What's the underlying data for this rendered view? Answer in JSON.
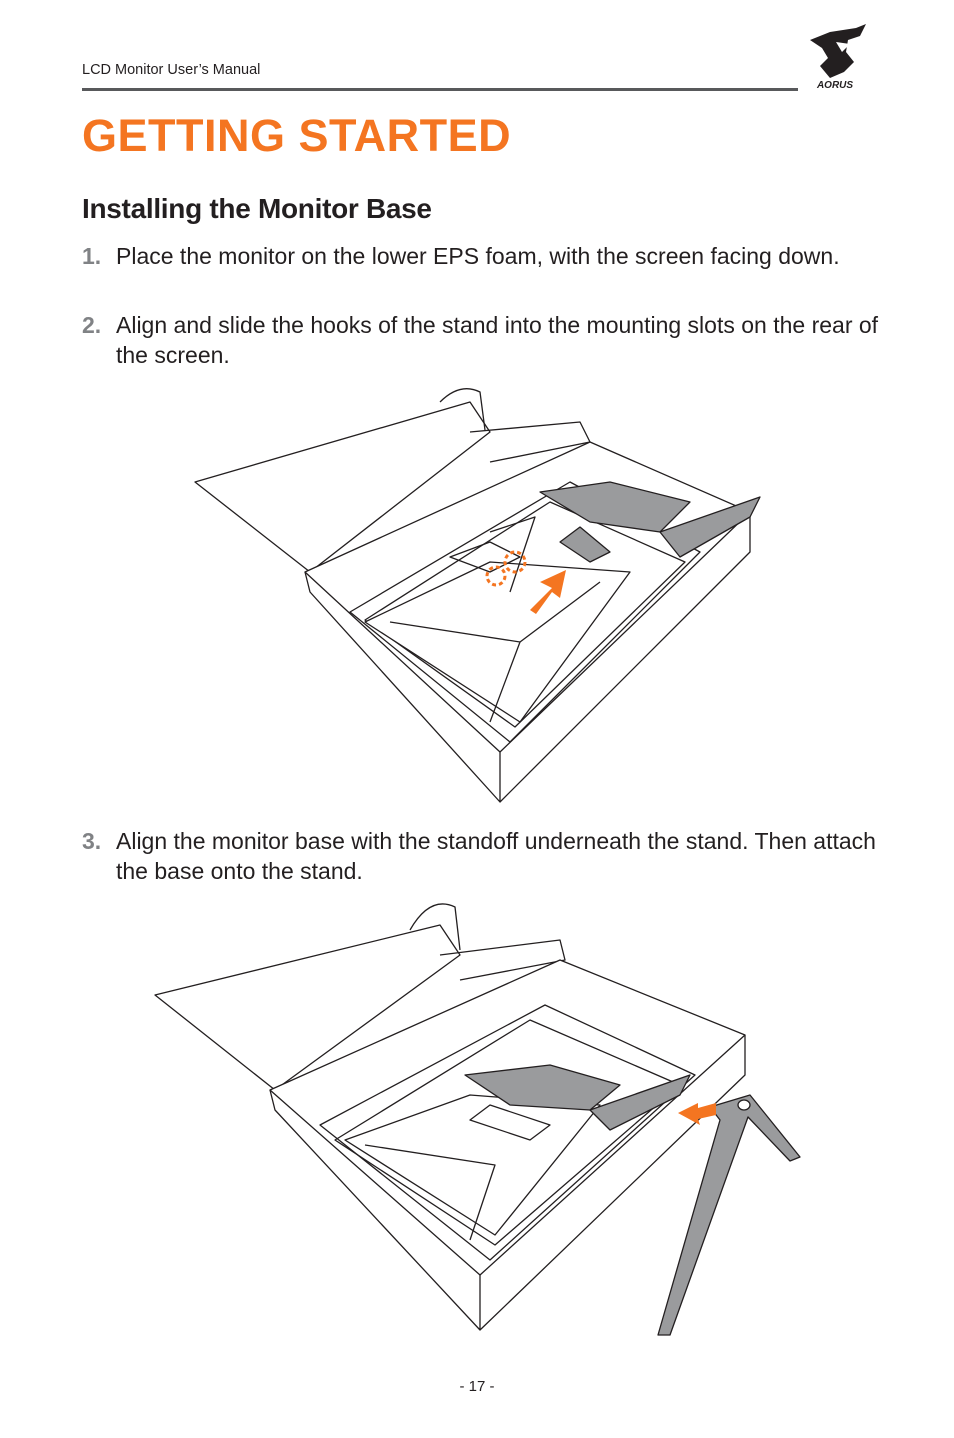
{
  "header": {
    "manual_title": "LCD Monitor User’s Manual",
    "brand": "AORUS"
  },
  "chapter": {
    "title": "GETTING STARTED"
  },
  "section": {
    "title": "Installing the Monitor Base"
  },
  "steps": [
    {
      "number": "1.",
      "text": "Place the monitor on the lower EPS foam, with the screen facing down."
    },
    {
      "number": "2.",
      "text": "Align and slide the hooks of the stand into the mounting slots on the rear of the screen."
    },
    {
      "number": "3.",
      "text": "Align the monitor base with the standoff underneath the stand. Then attach the base onto the stand."
    }
  ],
  "colors": {
    "accent": "#f47521",
    "text": "#231f20",
    "muted": "#808285",
    "rule": "#58595b"
  },
  "footer": {
    "page_number": "- 17 -"
  }
}
